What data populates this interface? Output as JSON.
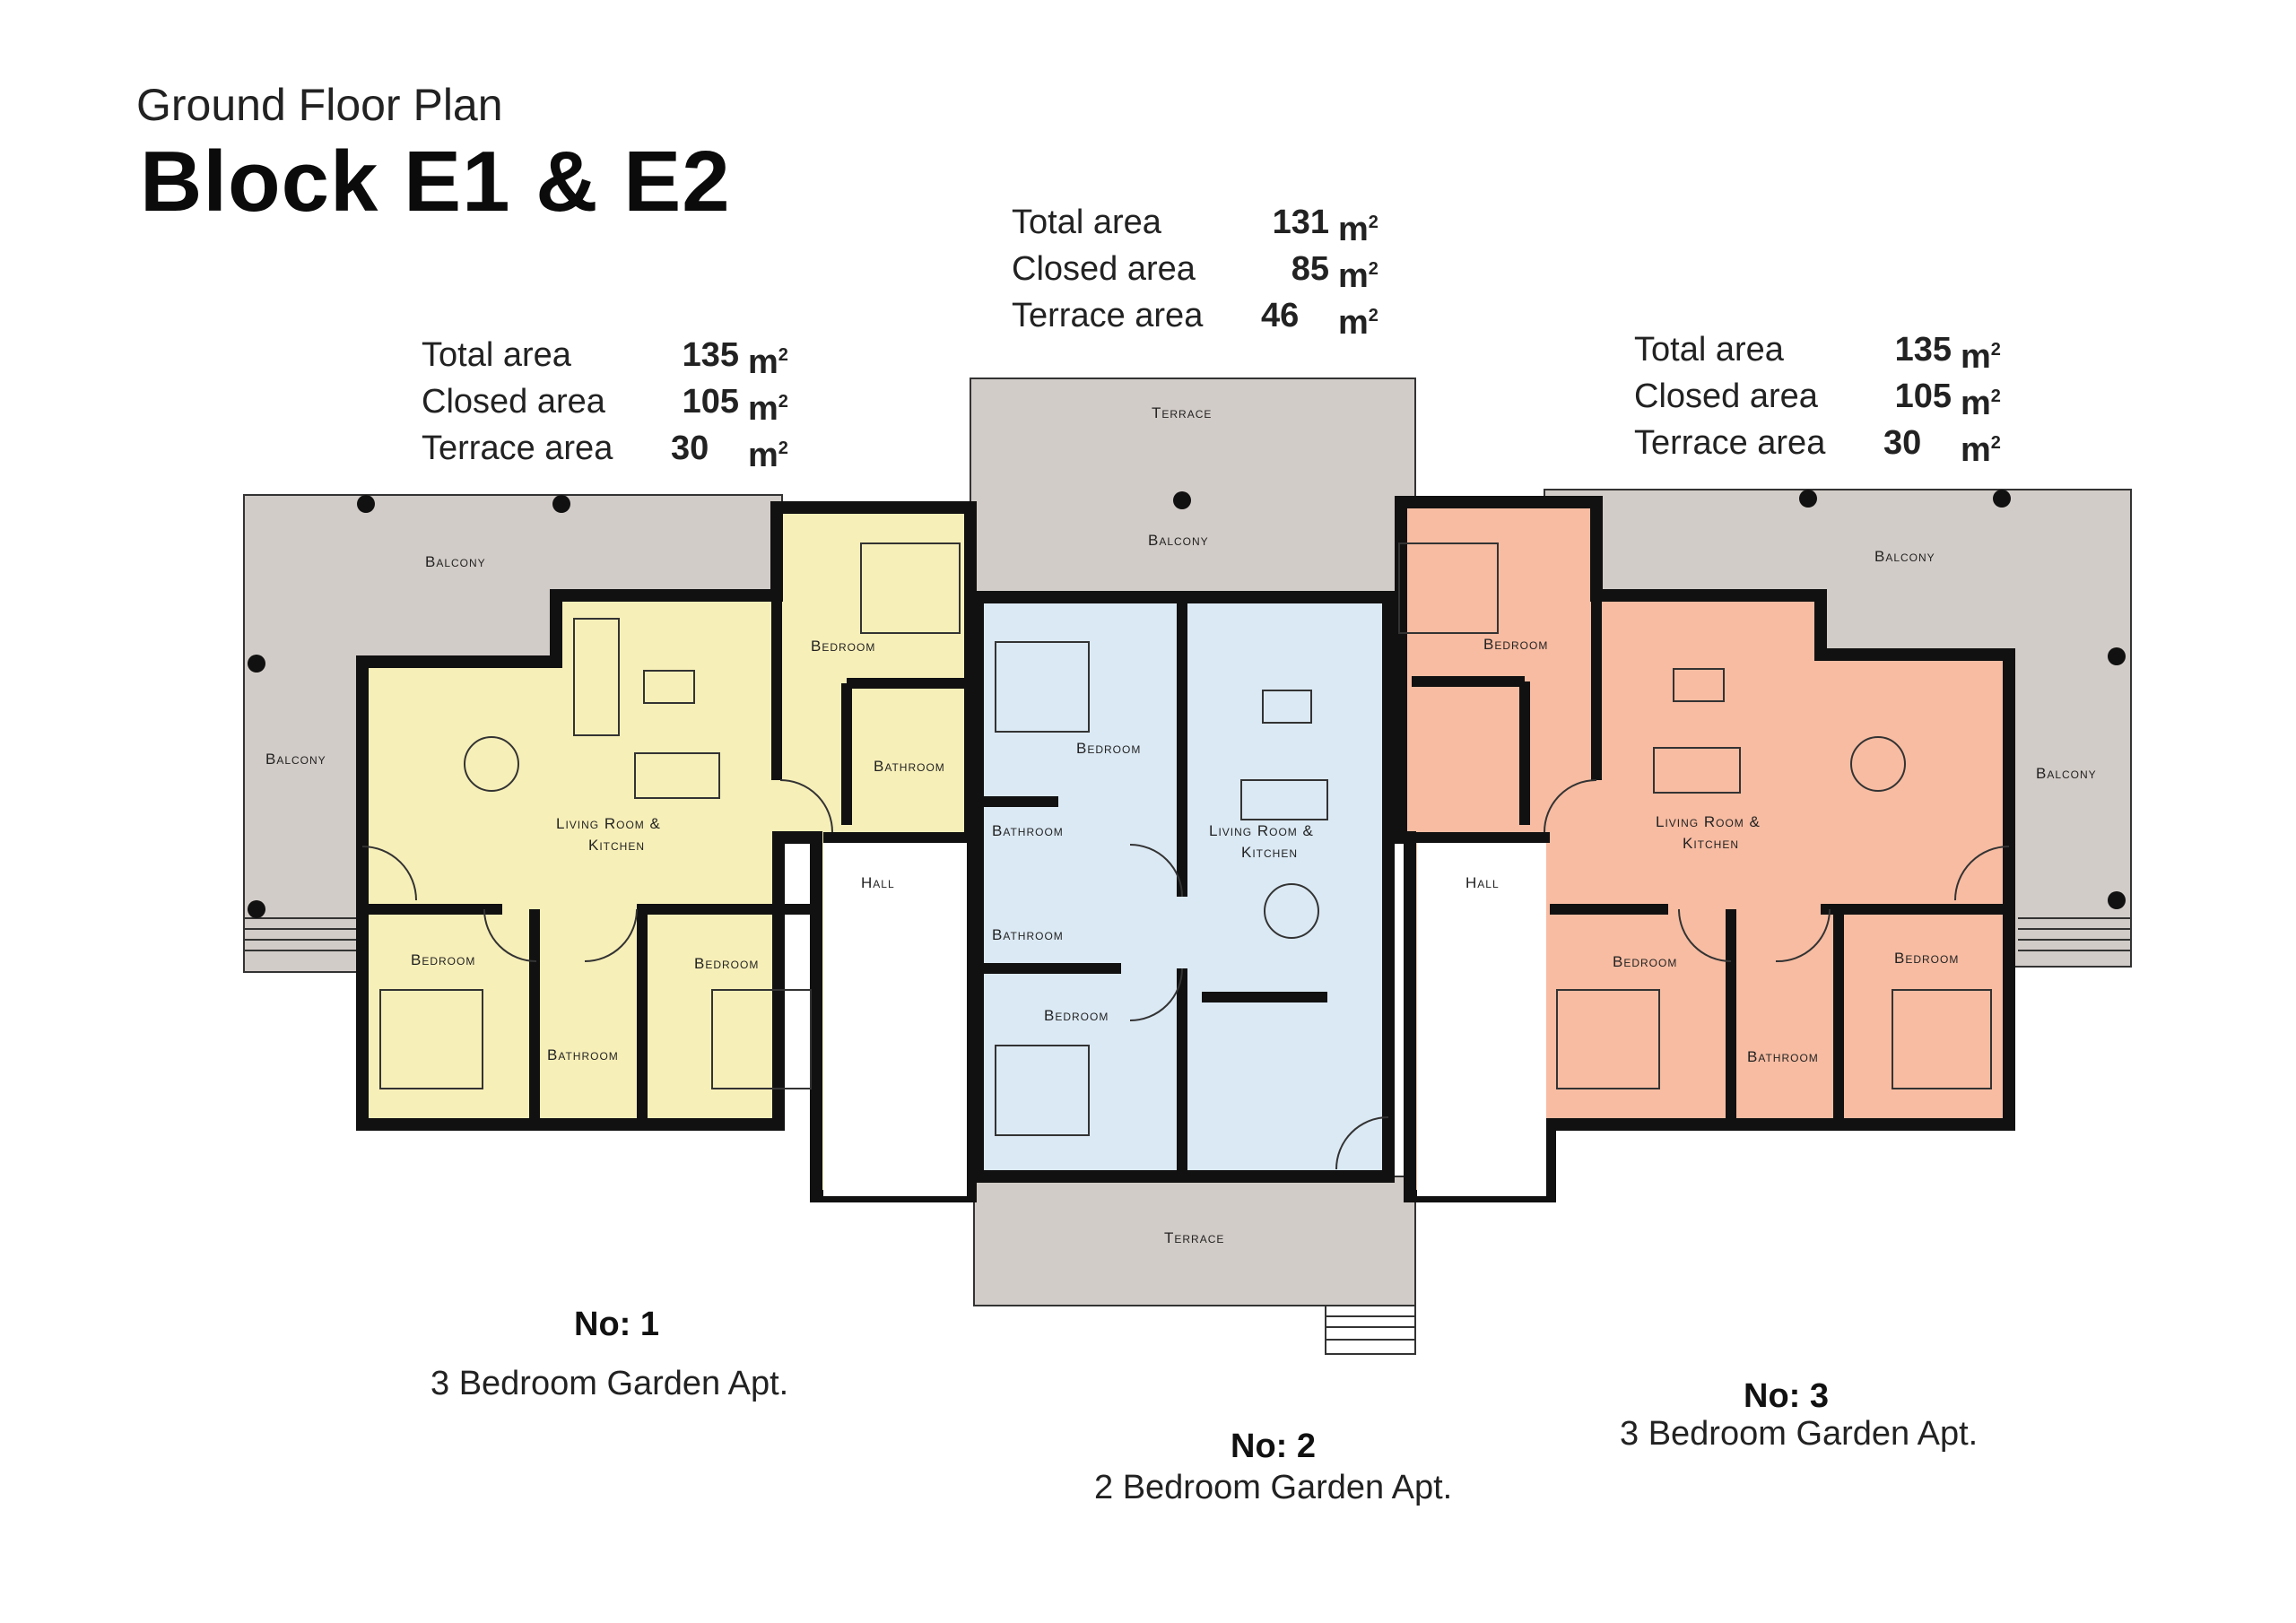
{
  "header": {
    "subtitle": "Ground Floor Plan",
    "title": "Block E1 & E2"
  },
  "areas": {
    "labels": {
      "total": "Total area",
      "closed": "Closed area",
      "terrace": "Terrace area",
      "unit": "m"
    },
    "unit1": {
      "total": "135",
      "closed": "105",
      "terrace": "30"
    },
    "unit2": {
      "total": "131",
      "closed": "85",
      "terrace": "46"
    },
    "unit3": {
      "total": "135",
      "closed": "105",
      "terrace": "30"
    }
  },
  "units": {
    "unit1": {
      "no": "No: 1",
      "desc": "3 Bedroom Garden Apt.",
      "color": "#f7efb8"
    },
    "unit2": {
      "no": "No: 2",
      "desc": "2 Bedroom Garden Apt.",
      "color": "#dbe9f4"
    },
    "unit3": {
      "no": "No: 3",
      "desc": "3 Bedroom Garden Apt.",
      "color": "#f7bca2"
    }
  },
  "rooms": {
    "balcony": "Balcony",
    "terrace": "Terrace",
    "bedroom": "Bedroom",
    "bathroom": "Bathroom",
    "hall": "Hall",
    "living_line1": "Living Room &",
    "living_line2": "Kitchen"
  },
  "colors": {
    "outdoor": "#d2ccc8",
    "wall": "#111111"
  }
}
